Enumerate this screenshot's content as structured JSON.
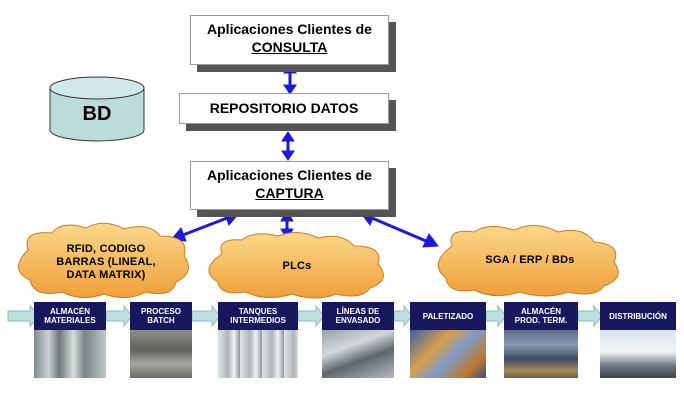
{
  "boxes": {
    "consulta": {
      "line1": "Aplicaciones Clientes de",
      "line2": "CONSULTA"
    },
    "repositorio": {
      "label": "REPOSITORIO DATOS"
    },
    "captura": {
      "line1": "Aplicaciones Clientes de",
      "line2": "CAPTURA"
    }
  },
  "database": {
    "label": "BD"
  },
  "clouds": {
    "rfid": {
      "line1": "RFID, CODIGO",
      "line2": "BARRAS (LINEAL,",
      "line3": "DATA MATRIX)"
    },
    "plcs": {
      "label": "PLCs"
    },
    "sga": {
      "label": "SGA / ERP / BDs"
    }
  },
  "process": {
    "stages": [
      {
        "line1": "ALMACÉN",
        "line2": "MATERIALES"
      },
      {
        "line1": "PROCESO",
        "line2": "BATCH"
      },
      {
        "line1": "TANQUES",
        "line2": "INTERMEDIOS"
      },
      {
        "line1": "LÍNEAS DE",
        "line2": "ENVASADO"
      },
      {
        "line1": "PALETIZADO",
        "line2": ""
      },
      {
        "line1": "ALMACÉN",
        "line2": "PROD. TERM."
      },
      {
        "line1": "DISTRIBUCIÓN",
        "line2": ""
      }
    ]
  },
  "colors": {
    "arrow": "#1a1adb",
    "cloud": "#f5bd5a",
    "database": "#bcdcdc",
    "stage": "#17175e",
    "flow": "#bfe0e0"
  }
}
